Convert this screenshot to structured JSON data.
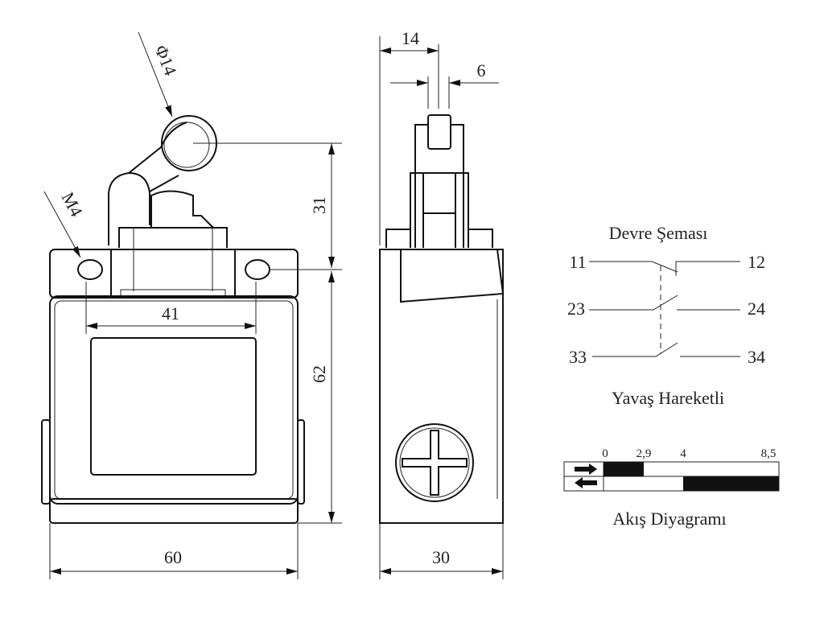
{
  "front_view": {
    "dim_width": "60",
    "dim_hole_spacing": "41",
    "dim_actuator_height": "31",
    "dim_body_height": "62",
    "roller_diameter": "Φ14",
    "mount_thread": "M4"
  },
  "side_view": {
    "dim_roller_offset": "14",
    "dim_roller_width": "6",
    "dim_depth": "30"
  },
  "circuit": {
    "title": "Devre Şeması",
    "contacts": [
      {
        "left": "11",
        "right": "12",
        "type": "NC"
      },
      {
        "left": "23",
        "right": "24",
        "type": "NO"
      },
      {
        "left": "33",
        "right": "34",
        "type": "NO"
      }
    ],
    "subtitle": "Yavaş Hareketli"
  },
  "flow_diagram": {
    "title": "Akış Diyagramı",
    "ticks": [
      "0",
      "2,9",
      "4",
      "8,5"
    ],
    "rows": [
      {
        "direction": "forward",
        "closed_from": "0",
        "closed_to": "2,9"
      },
      {
        "direction": "return",
        "closed_from": "4",
        "closed_to": "8,5"
      }
    ]
  }
}
